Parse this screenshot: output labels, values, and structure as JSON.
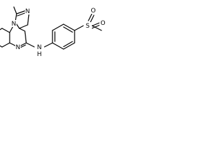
{
  "molecule": {
    "atoms": {
      "n1_imid": "N",
      "n2_imid": "N",
      "n_pyrazine": "N",
      "n_amine": "N",
      "h_amine": "H",
      "sulfur": "S",
      "oxygen_top": "O",
      "oxygen_bottom": "O"
    }
  },
  "colors": {
    "bond": "#000000",
    "label": "#000000",
    "background": "#ffffff"
  }
}
